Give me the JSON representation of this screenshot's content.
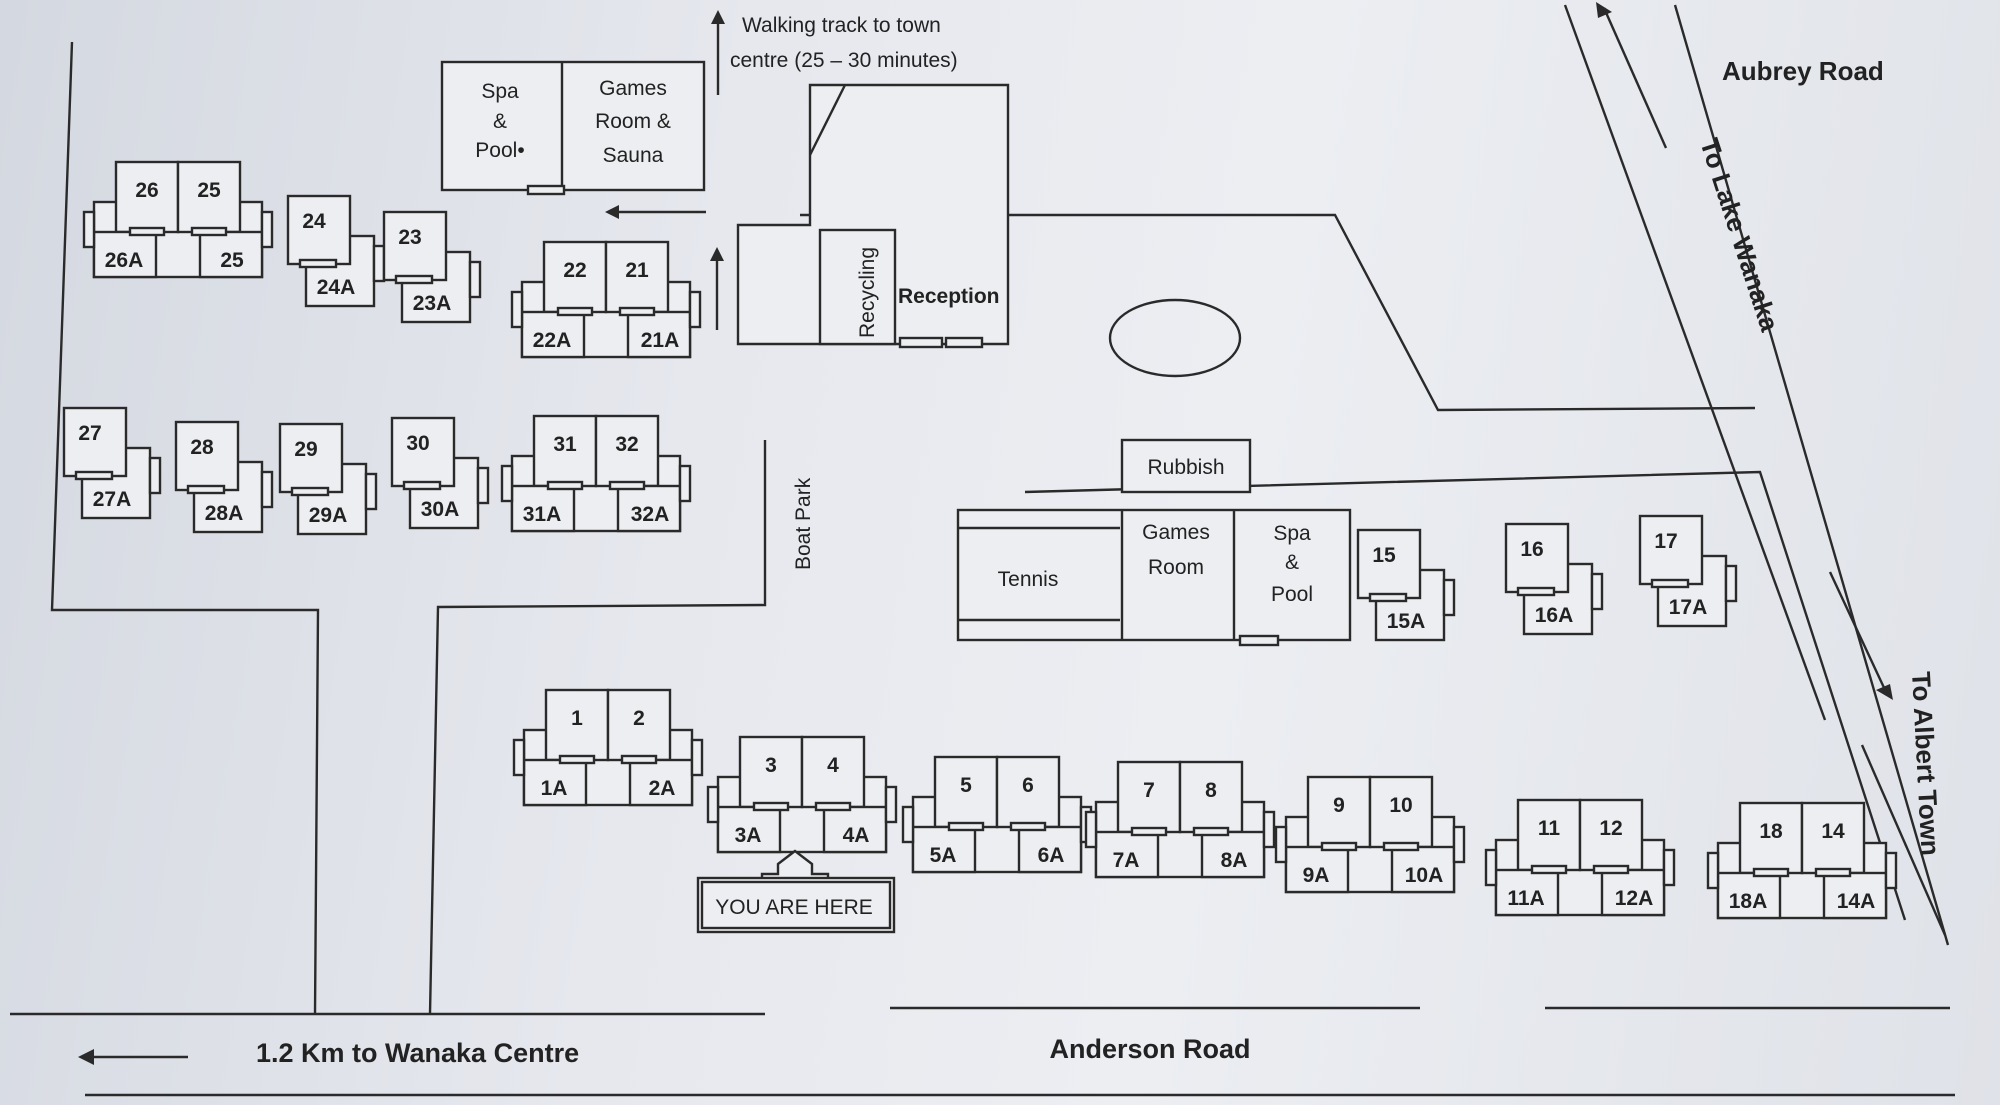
{
  "roads": {
    "aubrey": "Aubrey Road",
    "lake": "To Lake Wanaka",
    "albert": "To Albert Town",
    "anderson": "Anderson Road",
    "wanaka": "1.2 Km to Wanaka Centre"
  },
  "walking": {
    "line1": "Walking track to town",
    "line2": "centre (25 – 30 minutes)"
  },
  "facilities": {
    "spa_top": [
      "Spa",
      "&",
      "Pool•"
    ],
    "games_top": [
      "Games",
      "Room &",
      "Sauna"
    ],
    "recycling": "Recycling",
    "reception": "Reception",
    "rubbish": "Rubbish",
    "tennis": "Tennis",
    "games_room": [
      "Games",
      "Room"
    ],
    "spa_pool": [
      "Spa",
      "&",
      "Pool"
    ],
    "boat_park": "Boat Park"
  },
  "you_are_here": "YOU ARE HERE",
  "highlight_color": "#e2c678",
  "units": {
    "u26": "26",
    "u25": "25",
    "u26A": "26A",
    "u25A": "25",
    "u24": "24",
    "u24A": "24A",
    "u23": "23",
    "u23A": "23A",
    "u22": "22",
    "u21": "21",
    "u22A": "22A",
    "u21A": "21A",
    "u27": "27",
    "u27A": "27A",
    "u28": "28",
    "u28A": "28A",
    "u29": "29",
    "u29A": "29A",
    "u30": "30",
    "u30A": "30A",
    "u31": "31",
    "u32": "32",
    "u31A": "31A",
    "u32A": "32A",
    "u15": "15",
    "u15A": "15A",
    "u16": "16",
    "u16A": "16A",
    "u17": "17",
    "u17A": "17A",
    "u1": "1",
    "u2": "2",
    "u1A": "1A",
    "u2A": "2A",
    "u3": "3",
    "u4": "4",
    "u3A": "3A",
    "u4A": "4A",
    "u5": "5",
    "u6": "6",
    "u5A": "5A",
    "u6A": "6A",
    "u7": "7",
    "u8": "8",
    "u7A": "7A",
    "u8A": "8A",
    "u9": "9",
    "u10": "10",
    "u9A": "9A",
    "u10A": "10A",
    "u11": "11",
    "u12": "12",
    "u11A": "11A",
    "u12A": "12A",
    "u18": "18",
    "u14": "14",
    "u18A": "18A",
    "u14A": "14A"
  }
}
